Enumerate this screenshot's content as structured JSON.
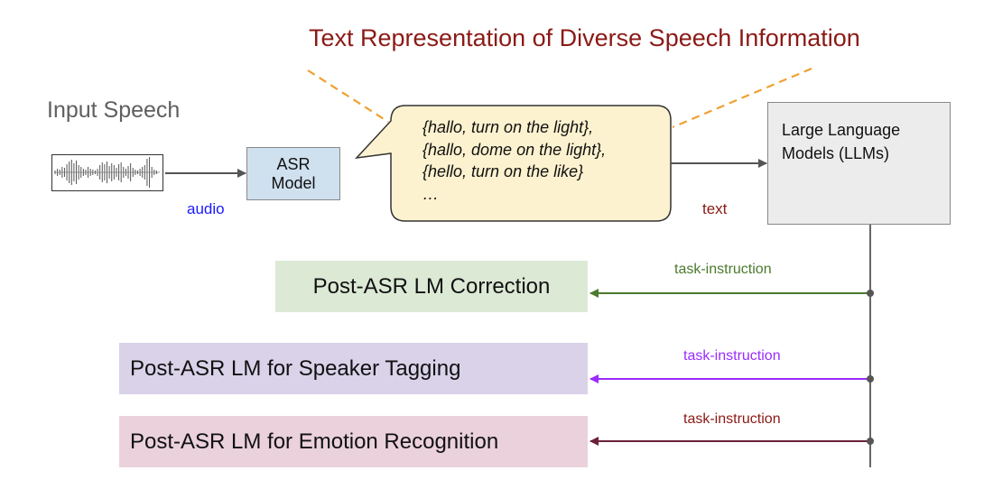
{
  "title": "Text Representation of Diverse Speech Information",
  "input": {
    "label": "Input Speech",
    "waveform_icon": "audio-waveform-icon"
  },
  "asr_model": {
    "line1": "ASR",
    "line2": "Model"
  },
  "edges": {
    "audio_label": "audio",
    "text_label": "text"
  },
  "hypotheses_bubble": {
    "lines": [
      "{hallo, turn on the light},",
      "{hallo, dome on the light},",
      "{hello, turn on the like}",
      "…"
    ]
  },
  "llm": {
    "line1": "Large Language",
    "line2": "Models (LLMs)",
    "icon": "robot-icon"
  },
  "tasks": [
    {
      "label": "Post-ASR LM Correction",
      "instruction": "task-instruction",
      "color": "#4a7a2c",
      "box_color": "#dce9d5"
    },
    {
      "label": "Post-ASR LM for Speaker Tagging",
      "instruction": "task-instruction",
      "color": "#9a2bff",
      "box_color": "#d9d2e9"
    },
    {
      "label": "Post-ASR LM for Emotion Recognition",
      "instruction": "task-instruction",
      "color": "#6b1f3a",
      "box_color": "#ead1dc"
    }
  ],
  "colors": {
    "title": "#8b1a16",
    "callout_dash": "#f0a030",
    "bubble_fill": "#fdf2cf",
    "asr_fill": "#cfe0ef",
    "llm_fill": "#ececec",
    "audio_label": "#1a1aff"
  }
}
